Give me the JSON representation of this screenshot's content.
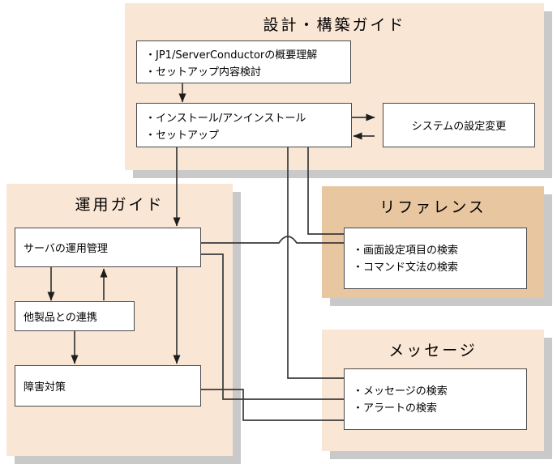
{
  "diagram": {
    "title_hidden": "JP1/ServerConductor manual navigation map",
    "colors": {
      "panel_light": "#f9e6d5",
      "panel_dark": "#e8c6a0",
      "panel_shadow": "#c9c9c9",
      "box_fill": "#ffffff",
      "box_border": "#4a4a4a",
      "box_shadow": "#b8b8b8",
      "line": "#3a3a3a",
      "text": "#000000"
    },
    "panels": [
      {
        "id": "design",
        "name": "design-build-guide-panel",
        "title": "設計・構築ガイド",
        "tone": "light",
        "boxes": [
          {
            "id": "overview",
            "name": "overview-box",
            "lines": [
              "・JP1/ServerConductorの概要理解",
              "・セットアップ内容検討"
            ],
            "align": "left"
          },
          {
            "id": "install",
            "name": "install-setup-box",
            "lines": [
              "・インストール/アンインストール",
              "・セットアップ"
            ],
            "align": "left"
          },
          {
            "id": "sysconf",
            "name": "system-config-change-box",
            "lines": [
              "システムの設定変更"
            ],
            "align": "center"
          }
        ]
      },
      {
        "id": "operation",
        "name": "operation-guide-panel",
        "title": "運用ガイド",
        "tone": "light",
        "boxes": [
          {
            "id": "servermgmt",
            "name": "server-operation-management-box",
            "lines": [
              "サーバの運用管理"
            ],
            "align": "left"
          },
          {
            "id": "linkage",
            "name": "other-product-linkage-box",
            "lines": [
              "他製品との連携"
            ],
            "align": "left"
          },
          {
            "id": "trouble",
            "name": "failure-countermeasure-box",
            "lines": [
              "障害対策"
            ],
            "align": "left"
          }
        ]
      },
      {
        "id": "reference",
        "name": "reference-panel",
        "title": "リファレンス",
        "tone": "dark",
        "boxes": [
          {
            "id": "refsearch",
            "name": "reference-search-box",
            "lines": [
              "・画面設定項目の検索",
              "・コマンド文法の検索"
            ],
            "align": "left"
          }
        ]
      },
      {
        "id": "message",
        "name": "message-panel",
        "title": "メッセージ",
        "tone": "light",
        "boxes": [
          {
            "id": "msgsearch",
            "name": "message-search-box",
            "lines": [
              "・メッセージの検索",
              "・アラートの検索"
            ],
            "align": "left"
          }
        ]
      }
    ],
    "flows": [
      {
        "name": "flow-overview-to-install",
        "from": "overview",
        "to": "install"
      },
      {
        "name": "flow-install-to-sysconf",
        "from": "install",
        "to": "sysconf"
      },
      {
        "name": "flow-sysconf-to-install",
        "from": "sysconf",
        "to": "install"
      },
      {
        "name": "flow-install-to-servermgmt",
        "from": "install",
        "to": "servermgmt"
      },
      {
        "name": "flow-install-to-trouble",
        "from": "install",
        "to": "trouble"
      },
      {
        "name": "flow-install-to-reference",
        "from": "install",
        "to": "refsearch"
      },
      {
        "name": "flow-servermgmt-to-linkage",
        "from": "servermgmt",
        "to": "linkage"
      },
      {
        "name": "flow-linkage-to-servermgmt",
        "from": "linkage",
        "to": "servermgmt"
      },
      {
        "name": "flow-linkage-to-trouble",
        "from": "linkage",
        "to": "trouble"
      },
      {
        "name": "flow-servermgmt-to-reference",
        "from": "servermgmt",
        "to": "refsearch"
      },
      {
        "name": "flow-servermgmt-to-message",
        "from": "servermgmt",
        "to": "msgsearch"
      },
      {
        "name": "flow-install-to-message",
        "from": "install",
        "to": "msgsearch"
      },
      {
        "name": "flow-trouble-to-message",
        "from": "trouble",
        "to": "msgsearch"
      }
    ]
  }
}
